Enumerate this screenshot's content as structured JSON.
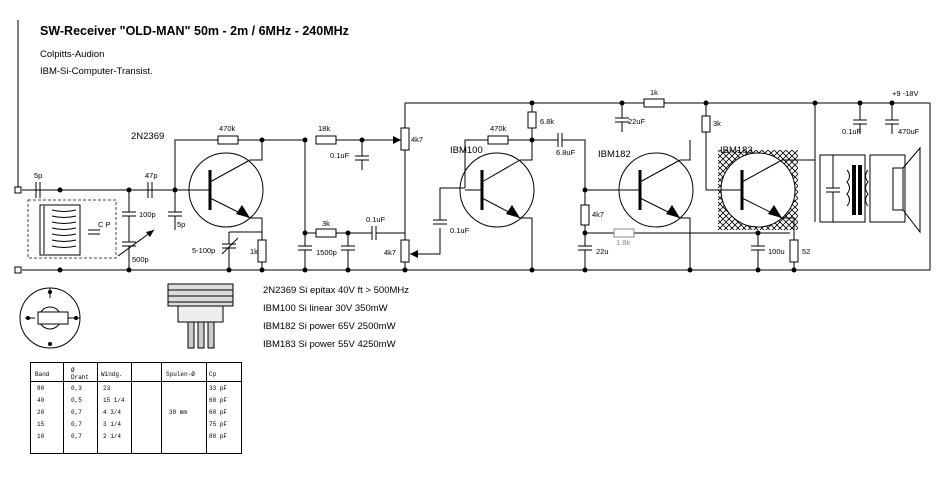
{
  "header": {
    "title": "SW-Receiver \"OLD-MAN\" 50m - 2m / 6MHz - 240MHz",
    "subtitle1": "Colpitts-Audion",
    "subtitle2": "IBM-Si-Computer-Transist."
  },
  "transistor_notes": [
    "2N2369 Si epitax 40V ft > 500MHz",
    "IBM100 Si linear 30V 350mW",
    "IBM182 Si power 65V 2500mW",
    "IBM183 Si power 55V 4250mW"
  ],
  "labels": {
    "q1": "2N2369",
    "q2": "IBM100",
    "q3": "IBM182",
    "q4": "IBM183",
    "c_ant": "5p",
    "c_47p": "47p",
    "c_100p": "100p",
    "c_cp": "C P",
    "c_500p": "500p",
    "c_5p": "5p",
    "c_5_100p": "5-100p",
    "r_1k": "1k",
    "r_470k_1": "470k",
    "r_18k": "18k",
    "c_0_1uf_1": "0.1uF",
    "pot_4k7_1": "4k7",
    "r_3k": "3k",
    "c_1500p": "1500p",
    "c_0_1uf_2": "0.1uF",
    "pot_4k7_2": "4k7",
    "c_0_1uf_3": "0.1uF",
    "r_470k_2": "470k",
    "r_6k8": "6.8k",
    "c_6_8uf": "6.8uF",
    "c_22uf": "22uF",
    "r_1k_top": "1k",
    "r_3k_2": "3k",
    "r_4k7": "4k7",
    "c_22u": "22u",
    "r_1_8k": "1.8k",
    "c_100u": "100u",
    "r_52": "52",
    "c_0_1uf_4": "0.1uF",
    "c_470uf": "470uF",
    "supply": "+9 -18V"
  },
  "coil_table": {
    "headers": [
      "Band",
      "Ø Draht",
      "Windg.",
      "",
      "Spulen-Ø",
      "Cp"
    ],
    "rows": [
      [
        "80",
        "0,3",
        "23",
        "",
        "",
        "33 pF"
      ],
      [
        "40",
        "0,5",
        "15 1/4",
        "",
        "",
        "68 pF"
      ],
      [
        "20",
        "0,7",
        "4 3/4",
        "",
        "30 mm",
        "60 pF"
      ],
      [
        "15",
        "0,7",
        "3 1/4",
        "",
        "",
        "75 pF"
      ],
      [
        "10",
        "0,7",
        "2 1/4",
        "",
        "",
        "80 pF"
      ]
    ]
  },
  "colors": {
    "ink": "#000000",
    "gray": "#888888",
    "dash": "#444444"
  }
}
